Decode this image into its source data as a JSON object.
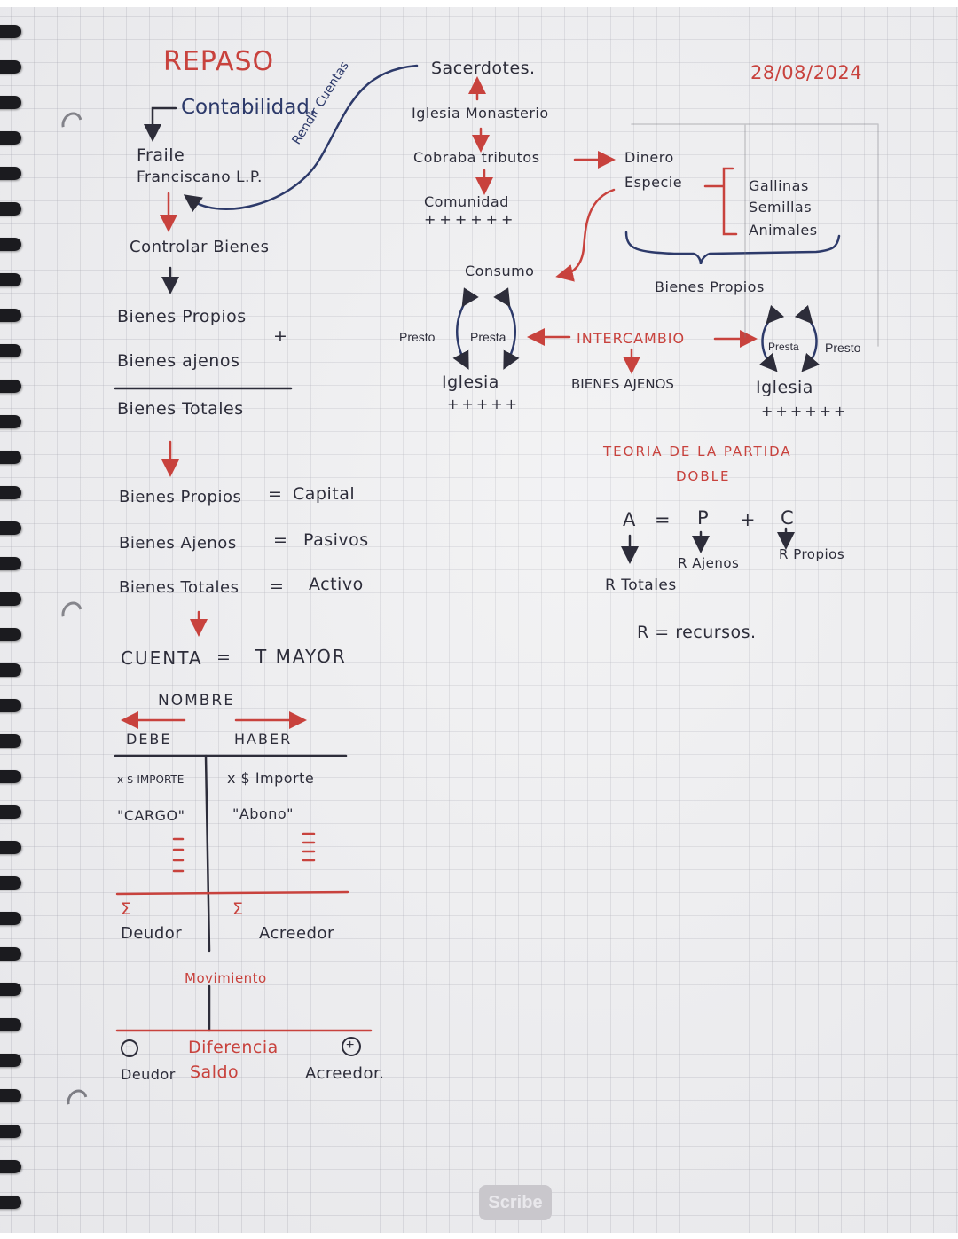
{
  "header": {
    "title": "REPASO",
    "date": "28/08/2024"
  },
  "origin": {
    "topic": "Contabilidad.",
    "fraile_line1": "Fraile",
    "fraile_line2": "Franciscano L.P.",
    "arrow_label": "Rendir Cuentas",
    "controlar": "Controlar Bienes"
  },
  "church_flow": {
    "sacerdotes": "Sacerdotes.",
    "iglesia_monasterio": "Iglesia Monasterio",
    "tributos": "Cobraba tributos",
    "comunidad": "Comunidad",
    "comunidad_marks": "++++++",
    "consumo": "Consumo"
  },
  "tributes": {
    "dinero": "Dinero",
    "especie": "Especie",
    "especie_items": [
      "Gallinas",
      "Semillas",
      "Animales"
    ],
    "brace_label": "Bienes Propios"
  },
  "exchange": {
    "left_presto": "Presto",
    "left_presta": "Presta",
    "center": "INTERCAMBIO",
    "center_result": "BIENES AJENOS",
    "right_presta": "Presta",
    "right_presto": "Presto",
    "left_church": "Iglesia",
    "left_marks": "+++++",
    "right_church": "Iglesia",
    "right_marks": "++++++"
  },
  "sum": {
    "line1": "Bienes Propios",
    "plus": "+",
    "line2": "Bienes ajenos",
    "total": "Bienes Totales"
  },
  "equivalences": [
    {
      "left": "Bienes Propios",
      "eq": "=",
      "right": "Capital"
    },
    {
      "left": "Bienes Ajenos",
      "eq": "=",
      "right": "Pasivos"
    },
    {
      "left": "Bienes Totales",
      "eq": "=",
      "right": "Activo"
    }
  ],
  "partida_doble": {
    "title_line1": "TEORIA DE LA PARTIDA",
    "title_line2": "DOBLE",
    "a": "A",
    "eq": "=",
    "p": "P",
    "plus": "+",
    "c": "C",
    "a_meaning": "R Totales",
    "p_meaning": "R Ajenos",
    "c_meaning": "R Propios",
    "legend": "R = recursos."
  },
  "t_account": {
    "heading_left": "CUENTA",
    "heading_eq": "=",
    "heading_right": "T MAYOR",
    "nombre": "NOMBRE",
    "debe": "DEBE",
    "haber": "HABER",
    "left_importe": "x $ IMPORTE",
    "right_importe": "x $ Importe",
    "cargo": "\"CARGO\"",
    "abono": "\"Abono\"",
    "sigma_left": "Σ",
    "sigma_right": "Σ",
    "deudor": "Deudor",
    "acreedor": "Acreedor",
    "movimiento": "Movimiento",
    "diferencia": "Diferencia",
    "saldo": "Saldo",
    "saldo_left_sign": "−",
    "saldo_right_sign": "+",
    "saldo_left": "Deudor",
    "saldo_right": "Acreedor."
  },
  "watermark": "Scribe"
}
